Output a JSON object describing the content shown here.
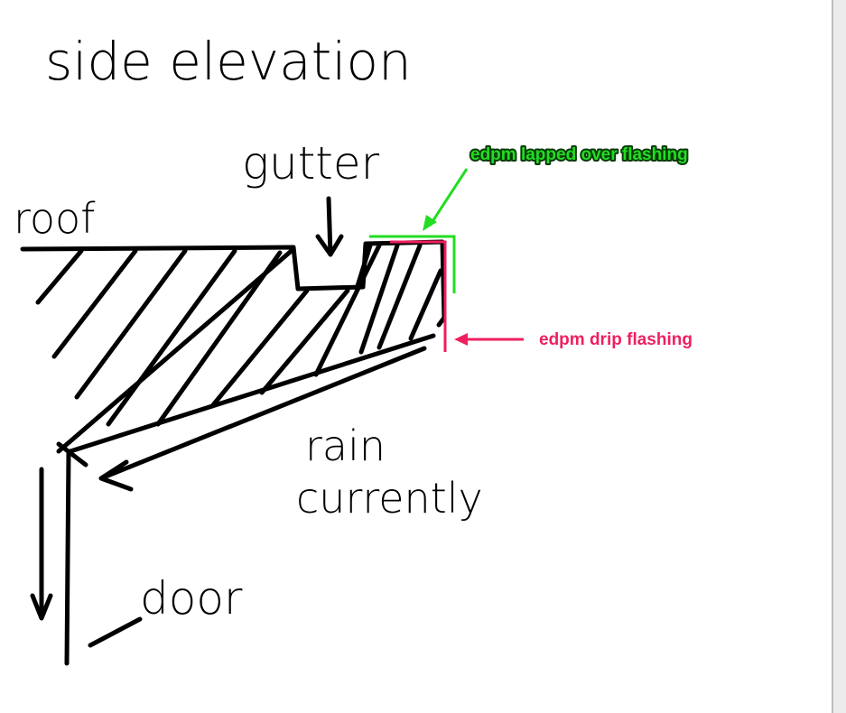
{
  "title": "side elevation",
  "labels": {
    "gutter": "gutter",
    "roof": "roof",
    "rain_line1": "rain",
    "rain_line2": "currently",
    "door": "door"
  },
  "annotations": {
    "green": {
      "text": "edpm lapped over flashing",
      "color": "#22dd22"
    },
    "red": {
      "text": "edpm drip flashing",
      "color": "#ee1f5f"
    }
  }
}
